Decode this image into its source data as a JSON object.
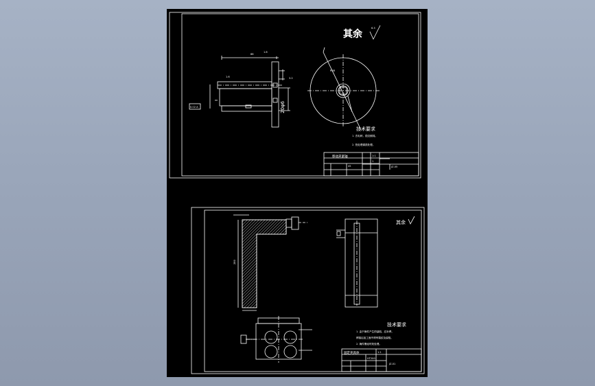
{
  "sheet_top": {
    "roughness_note": "其余",
    "roughness_value": "6.3",
    "title_block": {
      "part_name": "移动夹紧轴",
      "material": "45",
      "scale": "1:1",
      "count": "1",
      "designer": "",
      "checker": "",
      "sheet_id": "JZ-05"
    },
    "tech_req_title": "技术要求",
    "tech_req_items": [
      "1. 去毛刺，锐边倒钝。",
      "2. 热处理调质处理。"
    ],
    "dim_label": "20φ6"
  },
  "sheet_bottom": {
    "roughness_note": "其余",
    "tech_req_title": "技术要求",
    "tech_req_items": [
      "1. 由于铸件产生的缺陷，应补焊，",
      "焊接后加工面不得有裂纹及缺陷。",
      "2. 铸件需经时效处理。"
    ],
    "title_block": {
      "part_name": "固定夹具体",
      "material": "HT200",
      "scale": "1:1",
      "sheet_id": "JZ-01"
    }
  },
  "colors": {
    "background": "#000000",
    "lines": "#ffffff",
    "workspace": "#9aa6ba"
  }
}
